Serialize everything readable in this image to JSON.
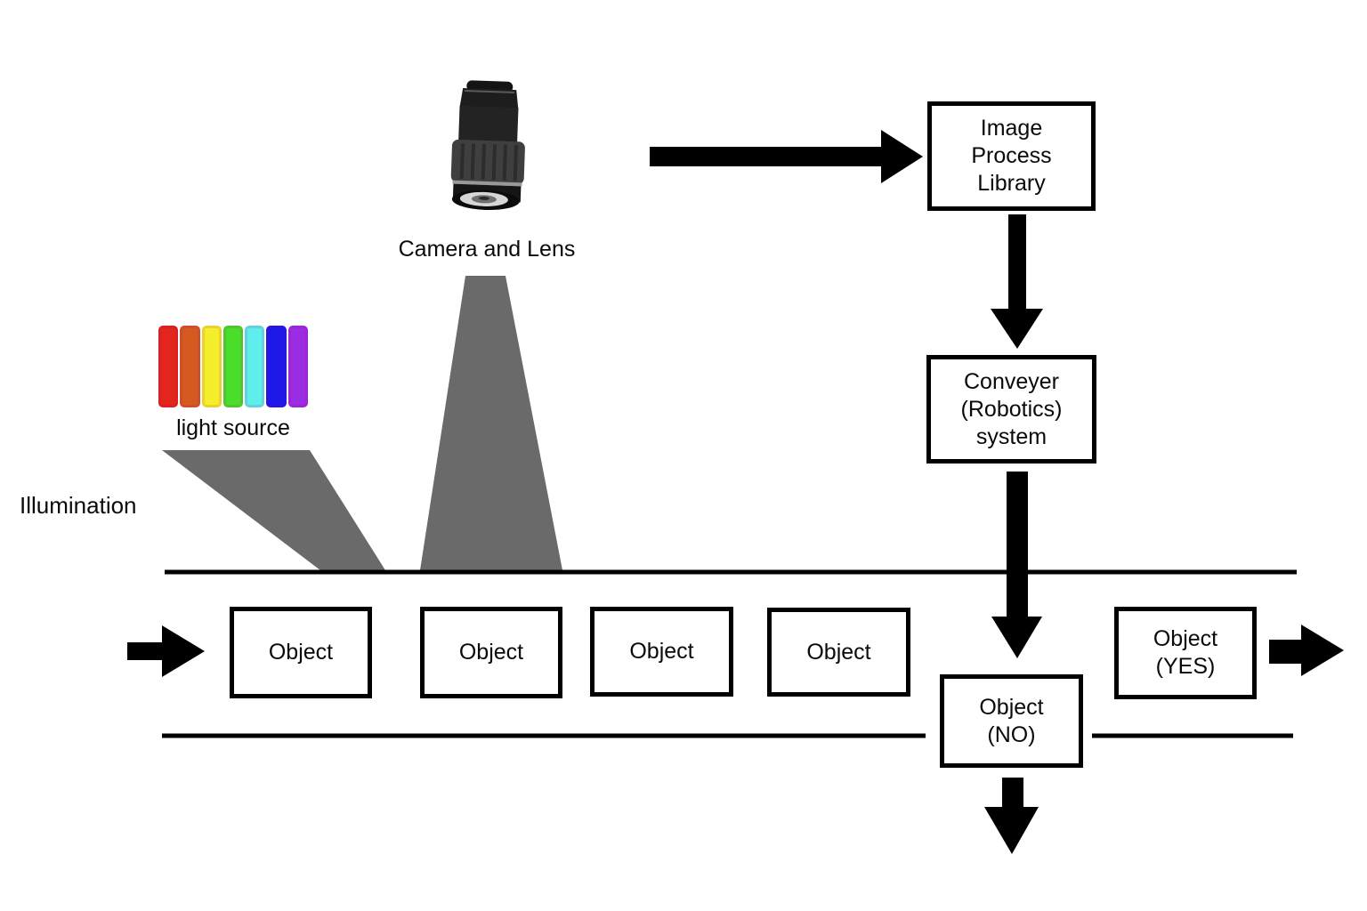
{
  "diagram": {
    "camera_label": "Camera and Lens",
    "light_source_label": "light source",
    "illumination_label": "Illumination",
    "image_process_box": "Image\nProcess\nLibrary",
    "conveyer_box": "Conveyer\n(Robotics)\nsystem",
    "conveyor_objects": [
      "Object",
      "Object",
      "Object",
      "Object"
    ],
    "object_no_box": "Object\n(NO)",
    "object_yes_box": "Object\n(YES)",
    "colors": {
      "beam_gray": "#6a6a6a",
      "line_black": "#000000",
      "spectrum": [
        "#e3261b",
        "#d55a20",
        "#f5ee2b",
        "#4ade2a",
        "#5eeeec",
        "#1b18e8",
        "#9c2ce2"
      ]
    }
  }
}
